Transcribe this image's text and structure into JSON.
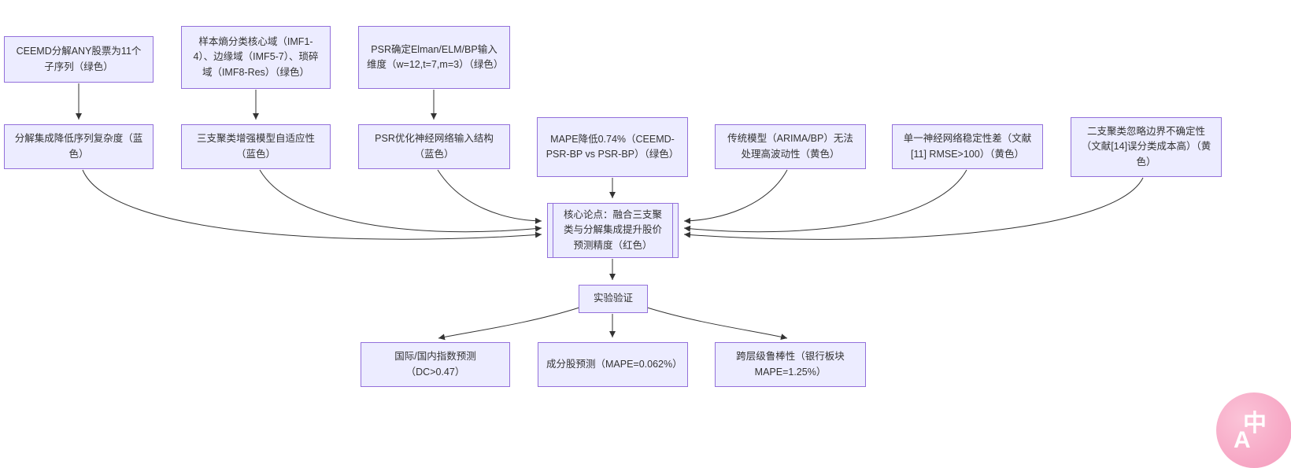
{
  "diagram": {
    "background": "#ffffff",
    "node_fill": "#ECECFF",
    "node_border": "#9370DB",
    "text_color": "#333333",
    "arrow_color": "#333333",
    "nodes": {
      "n1": {
        "text": "CEEMD分解ANY股票为11个子序列（绿色）"
      },
      "n2": {
        "text": "样本熵分类核心域（IMF1-4）、边缘域（IMF5-7）、琐碎域（IMF8-Res）（绿色）"
      },
      "n3": {
        "text": "PSR确定Elman/ELM/BP输入维度（w=12,t=7,m=3）（绿色）"
      },
      "n4": {
        "text": "分解集成降低序列复杂度（蓝色）"
      },
      "n5": {
        "text": "三支聚类增强模型自适应性（蓝色）"
      },
      "n6": {
        "text": "PSR优化神经网络输入结构（蓝色）"
      },
      "n7": {
        "text": "MAPE降低0.74%（CEEMD-PSR-BP vs PSR-BP）（绿色）"
      },
      "n8": {
        "text": "传统模型（ARIMA/BP）无法处理高波动性（黄色）"
      },
      "n9": {
        "text": "单一神经网络稳定性差（文献[11] RMSE>100）（黄色）"
      },
      "n10": {
        "text": "二支聚类忽略边界不确定性（文献[14]误分类成本高）（黄色）"
      },
      "core": {
        "text": "核心论点：融合三支聚类与分解集成提升股价预测精度（红色）"
      },
      "exp": {
        "text": "实验验证"
      },
      "r1": {
        "text": "国际/国内指数预测（DC>0.47）"
      },
      "r2": {
        "text": "成分股预测（MAPE=0.062%）"
      },
      "r3": {
        "text": "跨层级鲁棒性（银行板块 MAPE=1.25%）"
      }
    }
  },
  "overlay": {
    "translate_icon": {
      "glyph_top": "中",
      "glyph_bottom": "A",
      "color": "#f7a9c6"
    }
  }
}
